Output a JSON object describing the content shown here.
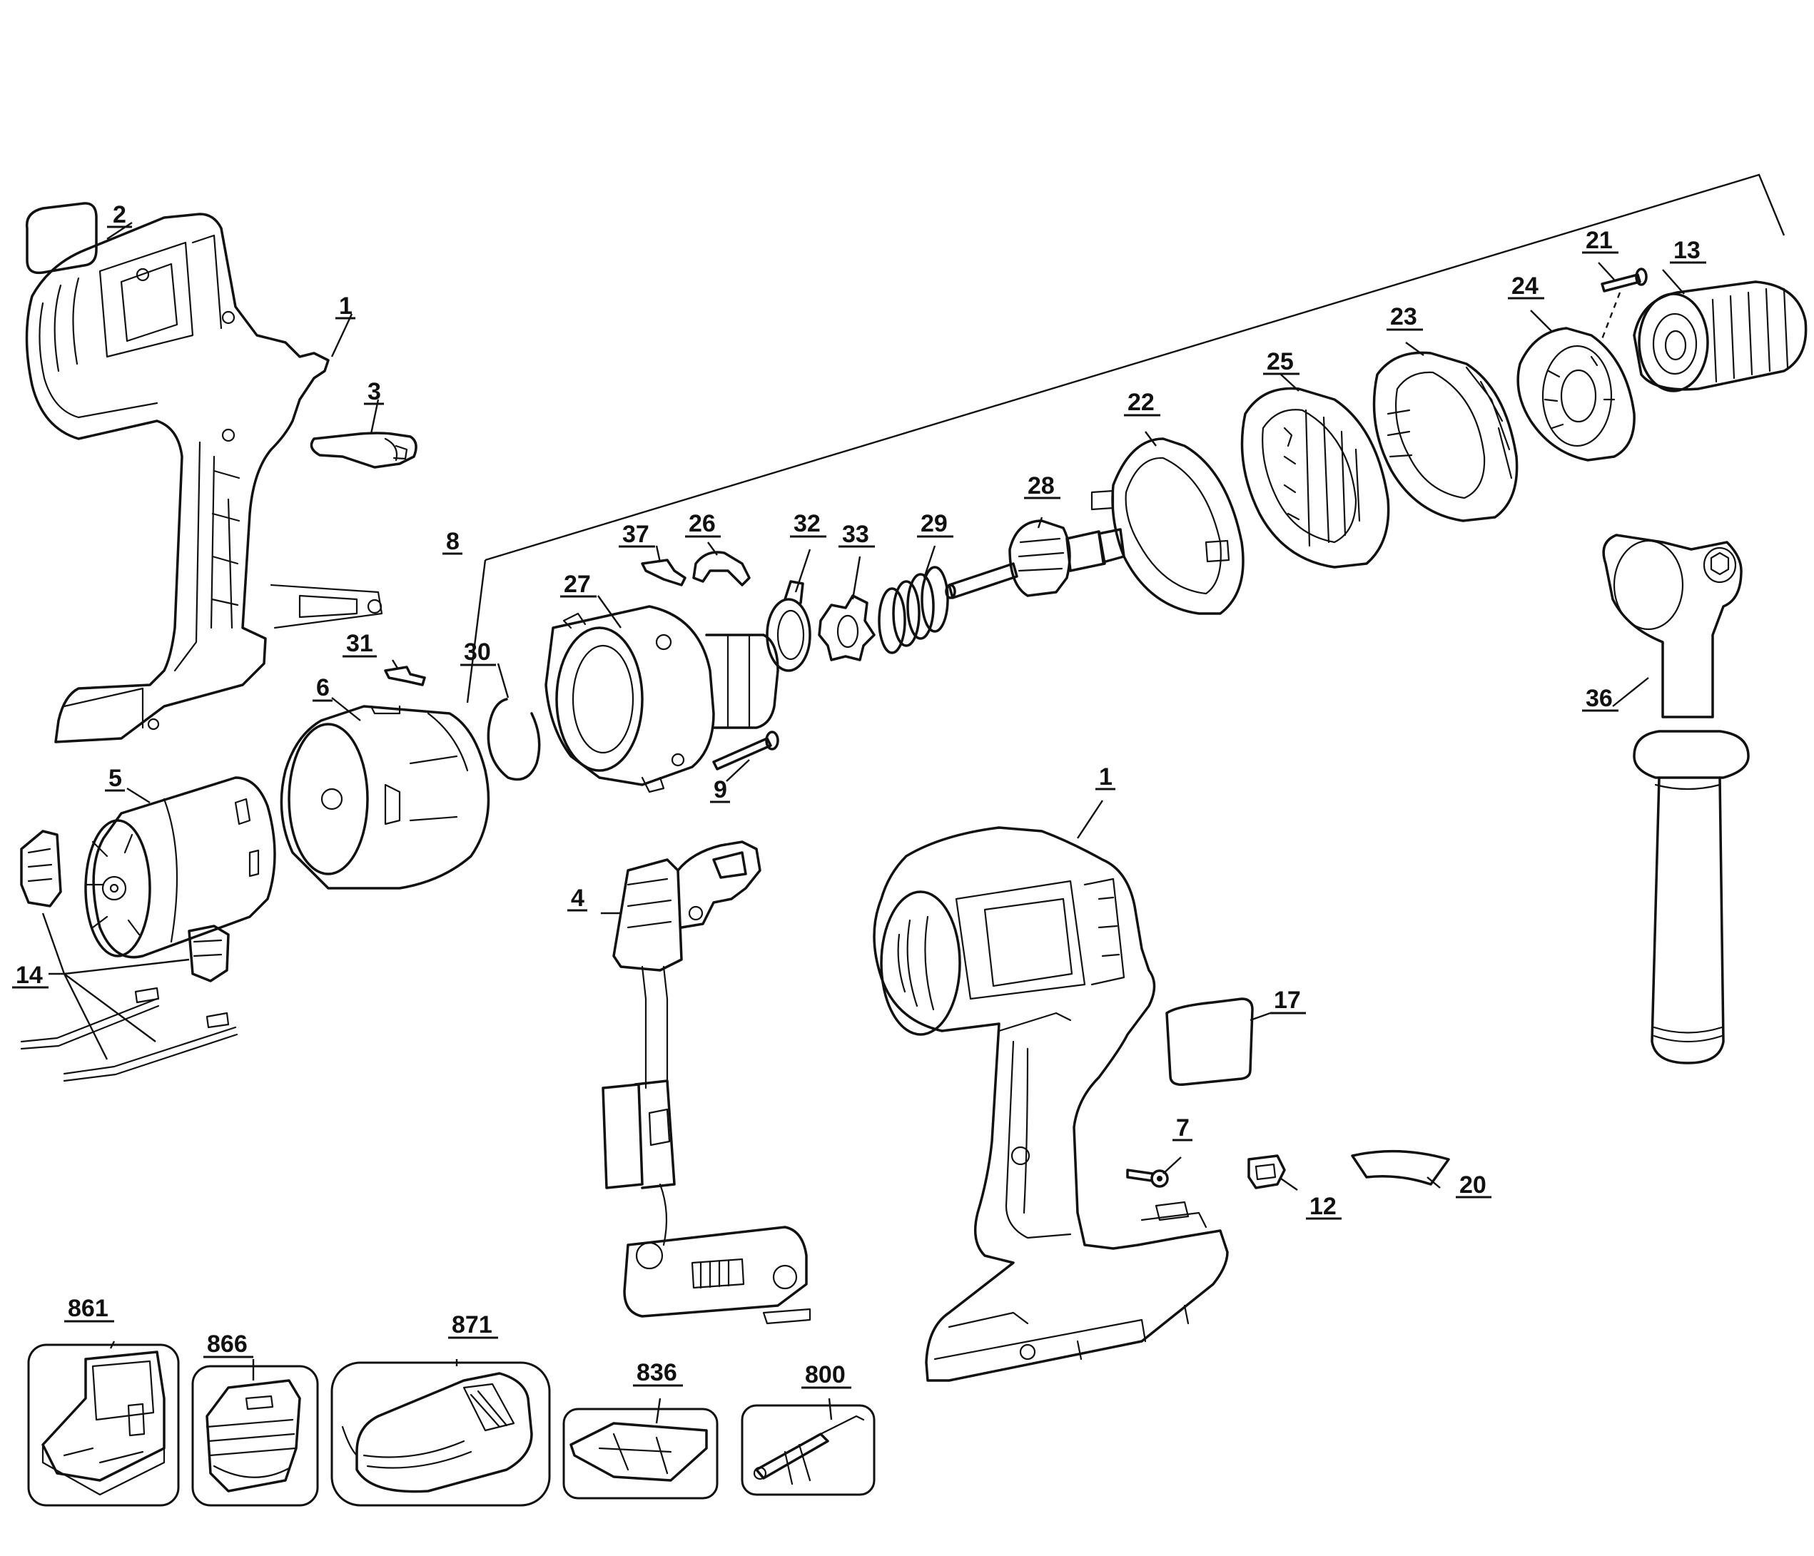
{
  "callouts": [
    {
      "id": "c2",
      "text": "2"
    },
    {
      "id": "c1a",
      "text": "1"
    },
    {
      "id": "c3",
      "text": "3"
    },
    {
      "id": "c8",
      "text": "8"
    },
    {
      "id": "c31",
      "text": "31"
    },
    {
      "id": "c30",
      "text": "30"
    },
    {
      "id": "c6",
      "text": "6"
    },
    {
      "id": "c5",
      "text": "5"
    },
    {
      "id": "c14",
      "text": "14"
    },
    {
      "id": "c27",
      "text": "27"
    },
    {
      "id": "c37",
      "text": "37"
    },
    {
      "id": "c26",
      "text": "26"
    },
    {
      "id": "c32",
      "text": "32"
    },
    {
      "id": "c33",
      "text": "33"
    },
    {
      "id": "c29",
      "text": "29"
    },
    {
      "id": "c28",
      "text": "28"
    },
    {
      "id": "c22",
      "text": "22"
    },
    {
      "id": "c25",
      "text": "25"
    },
    {
      "id": "c23",
      "text": "23"
    },
    {
      "id": "c24",
      "text": "24"
    },
    {
      "id": "c21",
      "text": "21"
    },
    {
      "id": "c13",
      "text": "13"
    },
    {
      "id": "c36",
      "text": "36"
    },
    {
      "id": "c9",
      "text": "9"
    },
    {
      "id": "c4",
      "text": "4"
    },
    {
      "id": "c1b",
      "text": "1"
    },
    {
      "id": "c17",
      "text": "17"
    },
    {
      "id": "c7",
      "text": "7"
    },
    {
      "id": "c12",
      "text": "12"
    },
    {
      "id": "c20",
      "text": "20"
    },
    {
      "id": "c861",
      "text": "861"
    },
    {
      "id": "c866",
      "text": "866"
    },
    {
      "id": "c871",
      "text": "871"
    },
    {
      "id": "c836",
      "text": "836"
    },
    {
      "id": "c800",
      "text": "800"
    }
  ],
  "kit_boxes": [
    {
      "name": "case-box",
      "label_ref": "861"
    },
    {
      "name": "battery-box",
      "label_ref": "866"
    },
    {
      "name": "charger-box",
      "label_ref": "871"
    },
    {
      "name": "mount-box",
      "label_ref": "836"
    },
    {
      "name": "accessory-box",
      "label_ref": "800"
    }
  ],
  "colors": {
    "ink": "#111111",
    "paper": "#ffffff"
  }
}
